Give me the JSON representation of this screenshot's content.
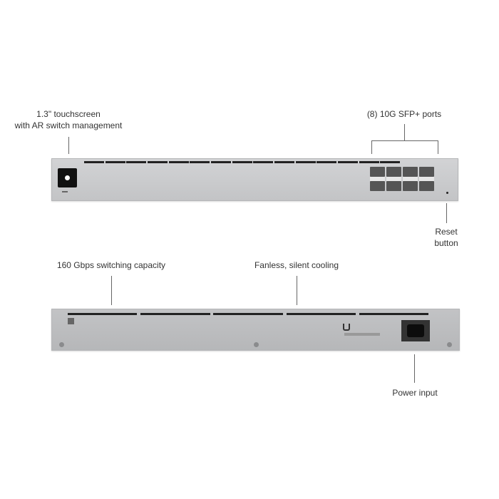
{
  "callouts": {
    "touchscreen": [
      "1.3\" touchscreen",
      "with AR switch management"
    ],
    "sfp": "(8) 10G SFP+ ports",
    "reset": [
      "Reset",
      "button"
    ],
    "capacity": "160 Gbps switching capacity",
    "cooling": "Fanless, silent cooling",
    "power": "Power input"
  },
  "colors": {
    "chassis": "#c9cacc",
    "text": "#333333"
  }
}
